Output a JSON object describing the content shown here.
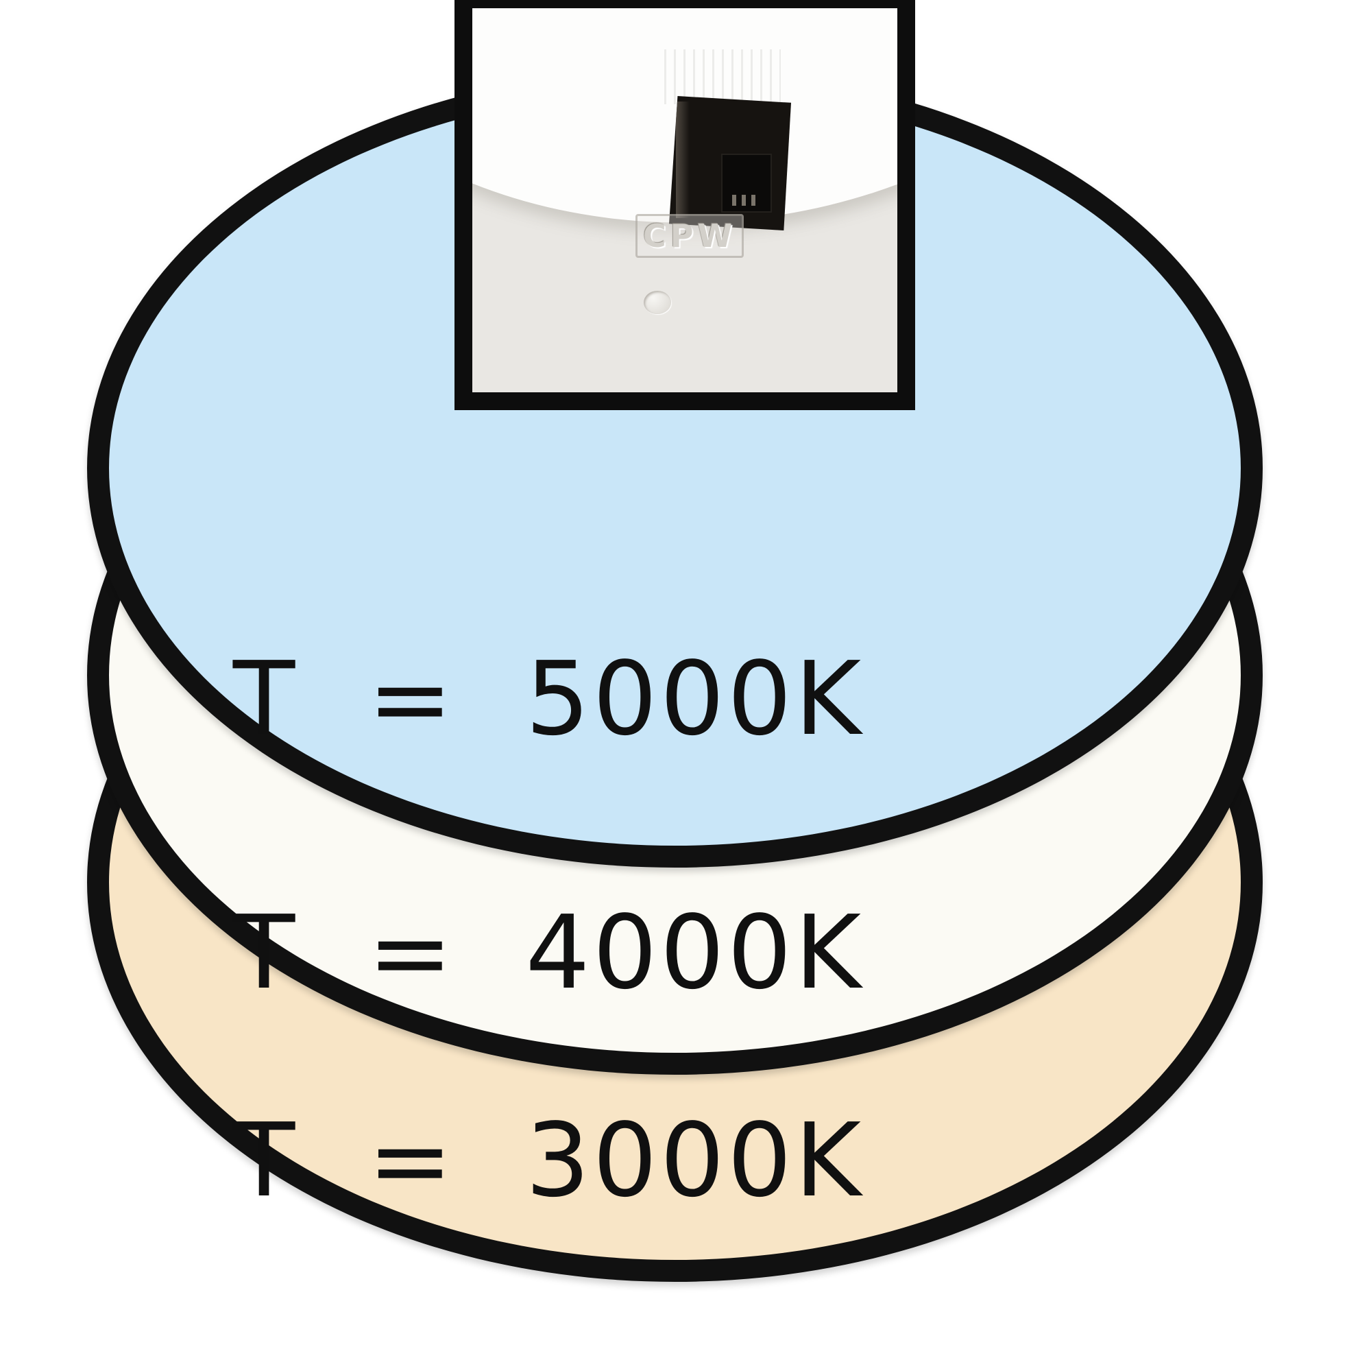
{
  "discs": [
    {
      "id": "5000k",
      "label": "T  =  5000K",
      "color": "#c9e6f8"
    },
    {
      "id": "4000k",
      "label": "T  =  4000K",
      "color": "#fbfaf4"
    },
    {
      "id": "3000k",
      "label": "T  =  3000K",
      "color": "#f8e5c6"
    }
  ],
  "rim_color": "#111111",
  "inset": {
    "embossed_text": "CPW"
  }
}
